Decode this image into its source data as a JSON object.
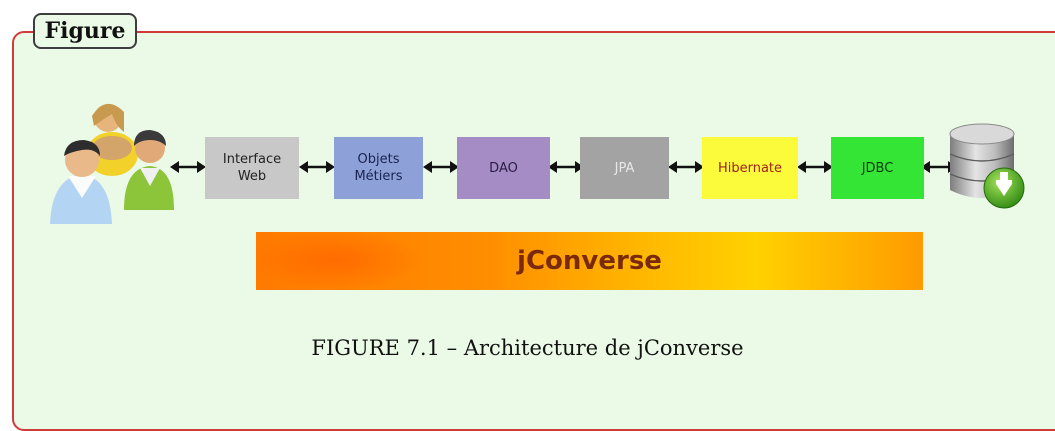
{
  "tag": "Figure",
  "boxes": [
    {
      "label": "Interface\nWeb",
      "bg": "#c8c8c8",
      "color": "#222222"
    },
    {
      "label": "Objets\nMétiers",
      "bg": "#8ea0d8",
      "color": "#1b2350"
    },
    {
      "label": "DAO",
      "bg": "#a58cc4",
      "color": "#2b1d46"
    },
    {
      "label": "JPA",
      "bg": "#a3a3a3",
      "color": "#e8e8e8"
    },
    {
      "label": "Hibernate",
      "bg": "#fbfb3b",
      "color": "#a0221b"
    },
    {
      "label": "JDBC",
      "bg": "#35e535",
      "color": "#0c3a0c"
    }
  ],
  "banner": {
    "label": "jConverse",
    "color": "#7a2a0a"
  },
  "caption": {
    "prefix": "FIGURE 7.1",
    "text": " – Architecture de jConverse"
  },
  "colors": {
    "frame_border": "#cf3b3b",
    "frame_bg": "#ebfae6",
    "arrow": "#111111"
  },
  "icons": {
    "users": "users-icon",
    "database": "database-download-icon"
  }
}
